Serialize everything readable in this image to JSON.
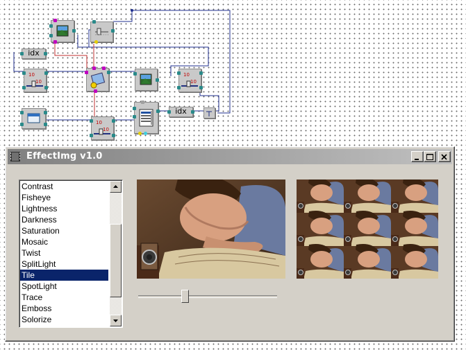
{
  "canvas": {
    "idx_label_1": "idx",
    "idx_label_2": "idx",
    "counter_digits": "10"
  },
  "window": {
    "title": "EffectImg v1.0",
    "controls": {
      "minimize_icon": "minimize-icon",
      "maximize_icon": "maximize-icon",
      "close_icon": "close-icon"
    }
  },
  "effects_list": {
    "items": [
      "Contrast",
      "Fisheye",
      "Lightness",
      "Darkness",
      "Saturation",
      "Mosaic",
      "Twist",
      "SplitLight",
      "Tile",
      "SpotLight",
      "Trace",
      "Emboss",
      "Solorize"
    ],
    "selected": "Tile"
  },
  "slider": {
    "level_fraction": 0.33
  },
  "colors": {
    "selection": "#0a246a",
    "titlebar_start": "#808080",
    "titlebar_end": "#c0c0c0",
    "wire_blue": "#1f2f8f",
    "wire_red": "#c03030",
    "pin_teal": "#2a8a8a",
    "face": "#d4d0c8"
  }
}
